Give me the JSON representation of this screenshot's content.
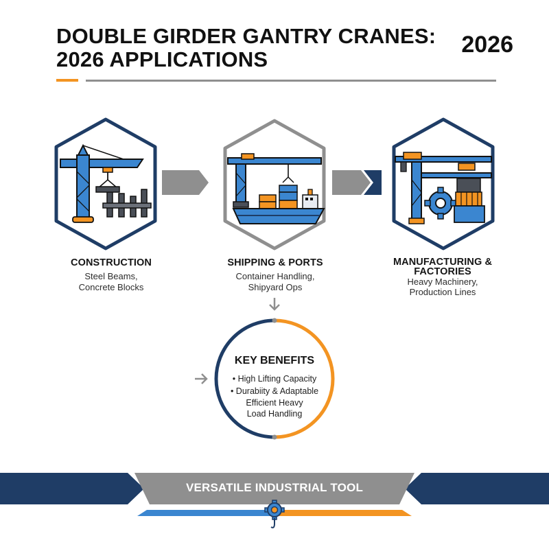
{
  "header": {
    "title_line1": "DOUBLE GIRDER GANTRY CRANES:",
    "title_line2": "2026 APPLICATIONS",
    "year": "2026"
  },
  "applications": [
    {
      "title_lines": [
        "CONSTRUCTION"
      ],
      "desc_lines": [
        "Steel Beams,",
        "Concrete Blocks"
      ]
    },
    {
      "title_lines": [
        "SHIPPING & PORTS"
      ],
      "desc_lines": [
        "Container Handling,",
        "Shipyard Ops"
      ]
    },
    {
      "title_lines": [
        "MANUFACTURING &",
        "FACTORIES"
      ],
      "desc_lines": [
        "Heavy Machinery,",
        "Production Lines"
      ]
    }
  ],
  "benefits": {
    "title": "KEY BENEFITS",
    "items": [
      "• High Lifting Capacity",
      "• Durabiity & Adaptable",
      "Efficient Heavy",
      "Load Handling"
    ]
  },
  "banner": {
    "label": "VERSATILE INDUSTRIAL TOOL"
  },
  "colors": {
    "navy": "#1f3d66",
    "orange": "#f39422",
    "gray": "#8f8f8f",
    "blue": "#3b86d0"
  },
  "icons": [
    "construction-crane-icon",
    "port-crane-ship-icon",
    "factory-crane-gear-icon",
    "gear-hook-icon",
    "down-arrow-icon",
    "right-arrow-icon"
  ]
}
